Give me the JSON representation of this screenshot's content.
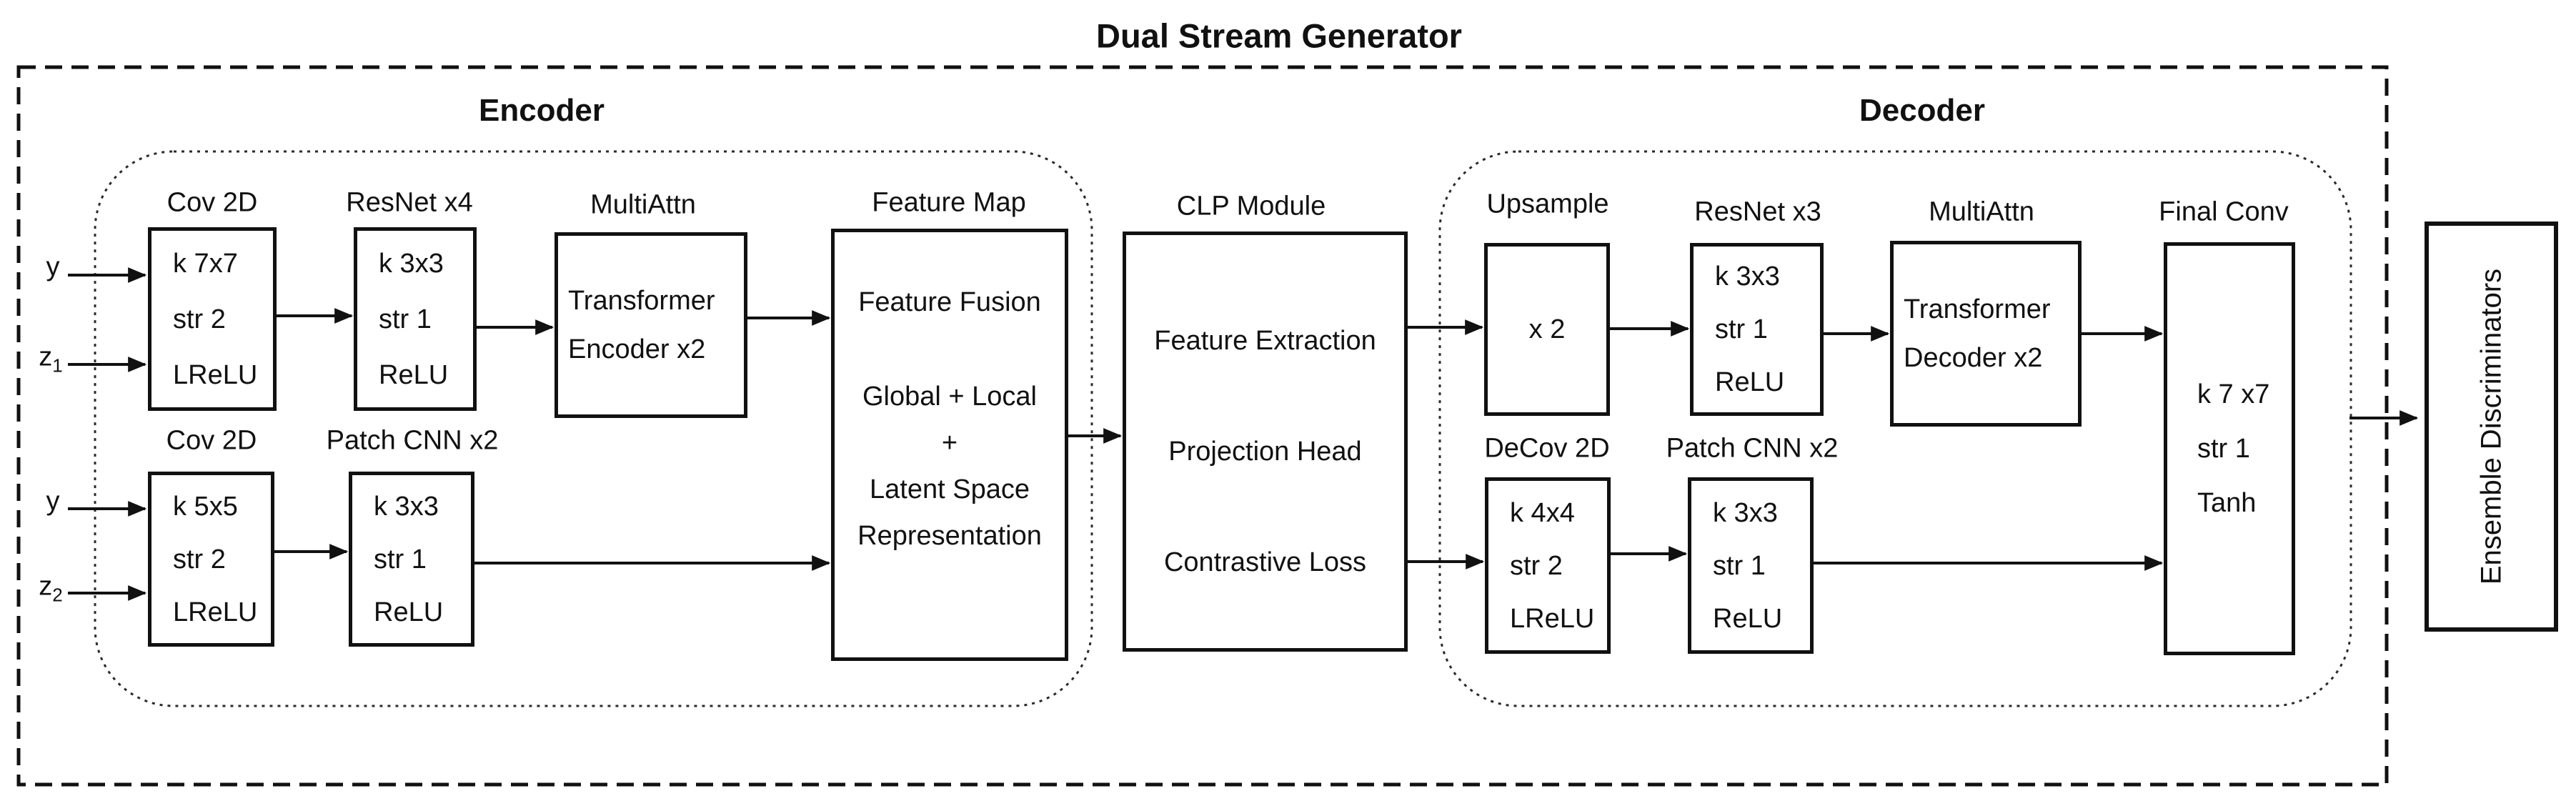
{
  "title": "Dual Stream Generator",
  "colors": {
    "ink": "#111111",
    "background": "#ffffff"
  },
  "inputs": [
    {
      "base": "y",
      "sub": ""
    },
    {
      "base": "z",
      "sub": "1"
    },
    {
      "base": "y",
      "sub": ""
    },
    {
      "base": "z",
      "sub": "2"
    }
  ],
  "encoder": {
    "label": "Encoder",
    "cov1": {
      "name": "Cov 2D",
      "l1": "k 7x7",
      "l2": "str 2",
      "l3": "LReLU"
    },
    "resnet": {
      "name": "ResNet x4",
      "l1": "k 3x3",
      "l2": "str 1",
      "l3": "ReLU"
    },
    "attn": {
      "name": "MultiAttn",
      "l1": "Transformer",
      "l2": "Encoder x2"
    },
    "fmap": {
      "name": "Feature Map",
      "l1": "Feature Fusion",
      "l2": "Global + Local",
      "l3": "+",
      "l4": "Latent Space",
      "l5": "Representation"
    },
    "cov2": {
      "name": "Cov 2D",
      "l1": "k 5x5",
      "l2": "str 2",
      "l3": "LReLU"
    },
    "patch": {
      "name": "Patch CNN x2",
      "l1": "k 3x3",
      "l2": "str 1",
      "l3": "ReLU"
    }
  },
  "clp": {
    "name": "CLP Module",
    "l1": "Feature Extraction",
    "l2": "Projection Head",
    "l3": "Contrastive Loss"
  },
  "decoder": {
    "label": "Decoder",
    "upsample": {
      "name": "Upsample",
      "l1": "x 2"
    },
    "resnet": {
      "name": "ResNet x3",
      "l1": "k 3x3",
      "l2": "str 1",
      "l3": "ReLU"
    },
    "attn": {
      "name": "MultiAttn",
      "l1": "Transformer",
      "l2": "Decoder x2"
    },
    "decov": {
      "name": "DeCov 2D",
      "l1": "k 4x4",
      "l2": "str 2",
      "l3": "LReLU"
    },
    "patch": {
      "name": "Patch CNN x2",
      "l1": "k 3x3",
      "l2": "str 1",
      "l3": "ReLU"
    },
    "final": {
      "name": "Final Conv",
      "l1": "k 7 x7",
      "l2": "str 1",
      "l3": "Tanh"
    }
  },
  "discriminators": {
    "label": "Ensemble Discriminators"
  }
}
